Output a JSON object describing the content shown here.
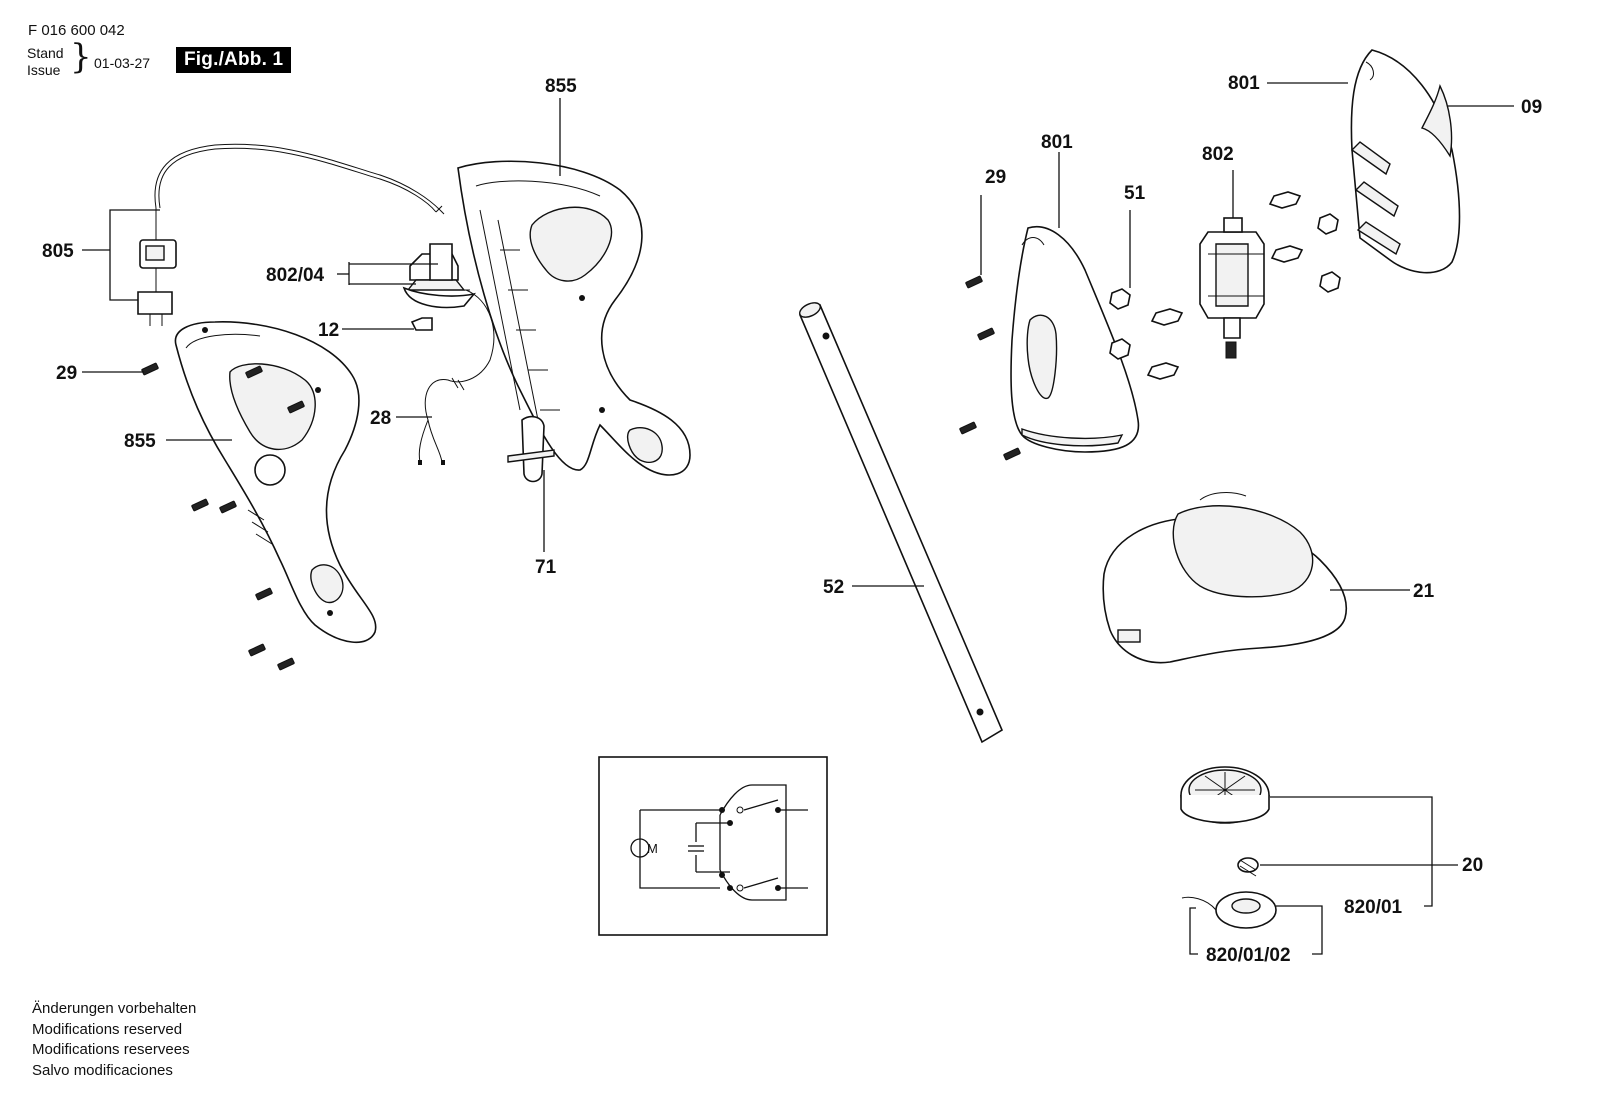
{
  "header": {
    "doc_number": "F 016 600 042",
    "stand": "Stand",
    "issue": "Issue",
    "date": "01-03-27",
    "figure": "Fig./Abb. 1"
  },
  "callouts": {
    "c805": "805",
    "c802_04": "802/04",
    "c12": "12",
    "c29_left": "29",
    "c28": "28",
    "c855_top": "855",
    "c855_left": "855",
    "c71": "71",
    "c52": "52",
    "c29_right": "29",
    "c801_mid": "801",
    "c51": "51",
    "c802": "802",
    "c801_top": "801",
    "c09": "09",
    "c21": "21",
    "c20": "20",
    "c820_01": "820/01",
    "c820_01_02": "820/01/02"
  },
  "notes": [
    "Änderungen vorbehalten",
    "Modifications reserved",
    "Modifications reservees",
    "Salvo modificaciones"
  ]
}
